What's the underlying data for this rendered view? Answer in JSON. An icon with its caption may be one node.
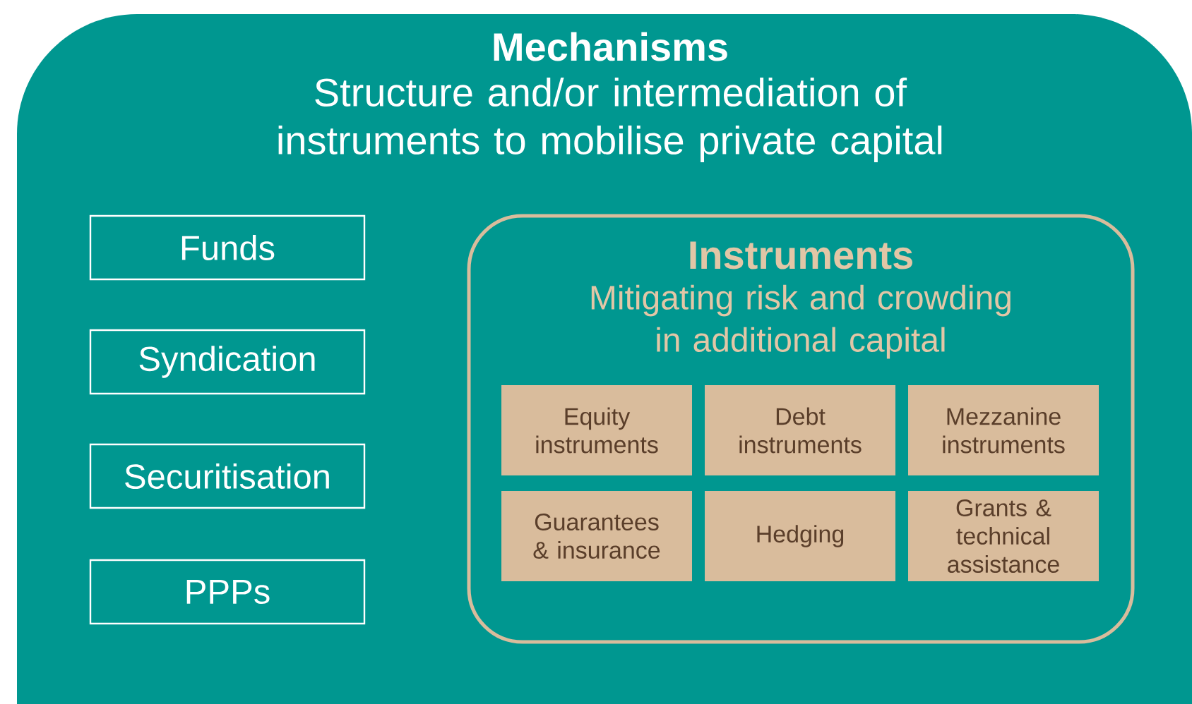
{
  "diagram": {
    "nodes": [
      {
        "text": [
          "Mechanisms",
          "Structure and/or intermediation of instruments to mobilise private capital"
        ]
      },
      {
        "text": [
          "Funds"
        ],
        "in": 0
      },
      {
        "text": [
          "Syndication"
        ],
        "in": 0
      },
      {
        "text": [
          "Securitisation"
        ],
        "in": 0
      },
      {
        "text": [
          "PPPs"
        ],
        "in": 0
      },
      {
        "text": [
          "Instruments",
          "Mitigating risk and crowding in additional capital"
        ],
        "in": 0
      },
      {
        "text": [
          "Equity instruments"
        ],
        "in": 5
      },
      {
        "text": [
          "Debt instruments"
        ],
        "in": 5
      },
      {
        "text": [
          "Mezzanine instruments"
        ],
        "in": 5
      },
      {
        "text": [
          "Guarantees & insurance"
        ],
        "in": 5
      },
      {
        "text": [
          "Hedging"
        ],
        "in": 5
      },
      {
        "text": [
          "Grants & technical assistance"
        ],
        "in": 5
      }
    ]
  }
}
